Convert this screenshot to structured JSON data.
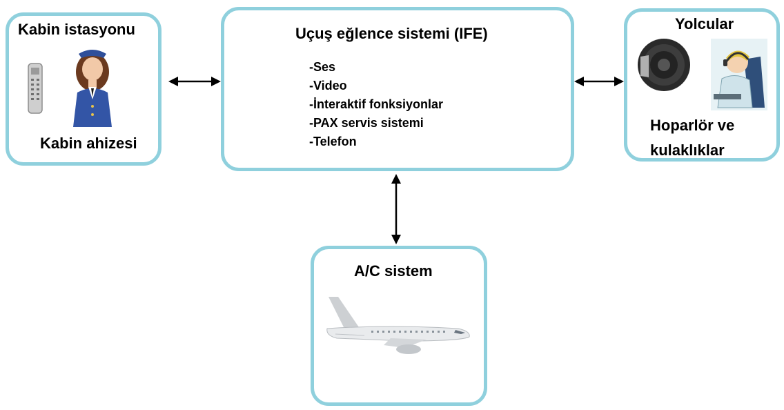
{
  "cabin_station": {
    "title": "Kabin istasyonu",
    "caption": "Kabin ahizesi"
  },
  "ife": {
    "title": "Uçuş eğlence sistemi (IFE)",
    "items": [
      "-Ses",
      "-Video",
      "-İnteraktif fonksiyonlar",
      "-PAX servis sistemi",
      "-Telefon"
    ]
  },
  "passengers": {
    "title": "Yolcular",
    "caption_line1": "Hoparlör ve",
    "caption_line2": "kulaklıklar"
  },
  "ac_system": {
    "title": "A/C sistem"
  },
  "colors": {
    "box_border": "#8fd0dd",
    "arrow": "#000000"
  },
  "icons": [
    "handset-icon",
    "flight-attendant-icon",
    "speaker-icon",
    "headset-passenger-icon",
    "airplane-icon"
  ]
}
